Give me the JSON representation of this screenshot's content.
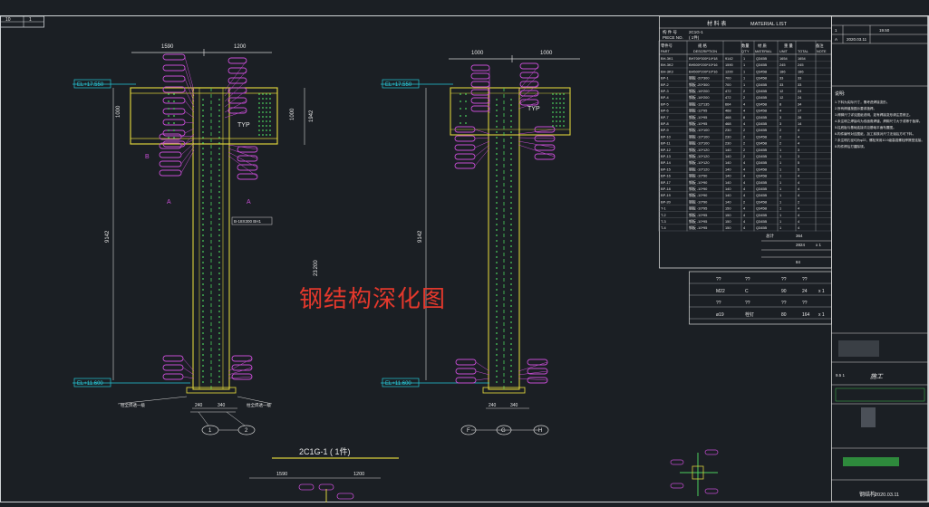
{
  "drawing": {
    "watermark": "钢结构深化图",
    "title_main": "2C1G-1 ( 1件)",
    "top_corner": [
      "10",
      "1"
    ],
    "left_view": {
      "dims_top": [
        "1590",
        "1200"
      ],
      "dim_height": "9142",
      "dim_right_top": "1942",
      "dim_right_mid": "1000",
      "dim_col": "23  200",
      "elev_top": "EL+17.550",
      "elev_bottom": "EL+11.600",
      "typ": "TYP",
      "section_label": "B-18X300 BH1",
      "axes": [
        "1",
        "2"
      ],
      "bottom_dims": [
        "240",
        "340"
      ],
      "note_left": "柱全焊透一级",
      "note_right": "柱全焊透一级",
      "marks": [
        "A",
        "A",
        "B"
      ]
    },
    "right_view": {
      "dims_top": [
        "1000",
        "1000"
      ],
      "dim_height": "9142",
      "elev_top": "EL+17.550",
      "elev_bottom": "EL+11.600",
      "typ": "TYP",
      "axes": [
        "F",
        "G",
        "H"
      ],
      "bottom_dims": [
        "240",
        "340"
      ]
    },
    "bottom_view": {
      "dims_top": [
        "1590",
        "1200"
      ]
    }
  },
  "material_list": {
    "title_cn": "材 料 表",
    "title_en": "MATERIAL LIST",
    "piece_no_label": "构 件 号",
    "piece_no_en": "PIECE NO.",
    "piece_no_value": "2C1G-1",
    "piece_qty": "( 1件)",
    "headers": [
      "零件号",
      "规 格",
      "数量",
      "材 质",
      "重 量",
      "备注"
    ],
    "headers_en": [
      "PART",
      "DESCRIPTION",
      "Q'TY",
      "MATERIAL",
      "UNIT",
      "TOTAL",
      "NOTE"
    ],
    "rows": [
      [
        "BH-3K1",
        "BH700*300*14*18",
        "9142",
        "1",
        "Q345B",
        "1654",
        "1654"
      ],
      [
        "BH-3K2",
        "BH500*200*10*16",
        "1590",
        "1",
        "Q345B",
        "245",
        "245"
      ],
      [
        "BH-3K3",
        "BH500*200*10*16",
        "1200",
        "1",
        "Q345B",
        "186",
        "186"
      ],
      [
        "BP-1",
        "钢板 -20*300",
        "700",
        "1",
        "Q345B",
        "33",
        "33"
      ],
      [
        "BP-2",
        "钢板 -20*300",
        "700",
        "1",
        "Q345B",
        "33",
        "33"
      ],
      [
        "BP-3",
        "钢板 -16*200",
        "472",
        "2",
        "Q345B",
        "12",
        "24"
      ],
      [
        "BP-4",
        "钢板 -16*200",
        "472",
        "2",
        "Q345B",
        "12",
        "24"
      ],
      [
        "BP-5",
        "钢板 -12*135",
        "664",
        "4",
        "Q345B",
        "8",
        "34"
      ],
      [
        "BP-6",
        "钢板 -12*95",
        "468",
        "4",
        "Q345B",
        "4",
        "17"
      ],
      [
        "BP-7",
        "钢板 -10*95",
        "468",
        "8",
        "Q345B",
        "3",
        "28"
      ],
      [
        "BP-8",
        "钢板 -10*95",
        "468",
        "4",
        "Q345B",
        "3",
        "14"
      ],
      [
        "BP-9",
        "钢板 -10*100",
        "230",
        "2",
        "Q345B",
        "2",
        "4"
      ],
      [
        "BP-10",
        "钢板 -10*100",
        "230",
        "2",
        "Q345B",
        "2",
        "4"
      ],
      [
        "BP-11",
        "钢板 -10*100",
        "230",
        "2",
        "Q345B",
        "2",
        "4"
      ],
      [
        "BP-12",
        "钢板 -10*120",
        "140",
        "2",
        "Q345B",
        "1",
        "3"
      ],
      [
        "BP-13",
        "钢板 -10*120",
        "140",
        "2",
        "Q345B",
        "1",
        "3"
      ],
      [
        "BP-14",
        "钢板 -10*120",
        "140",
        "4",
        "Q345B",
        "1",
        "5"
      ],
      [
        "BP-15",
        "钢板 -10*120",
        "140",
        "4",
        "Q345B",
        "1",
        "5"
      ],
      [
        "BP-16",
        "钢板 -10*90",
        "140",
        "4",
        "Q345B",
        "1",
        "4"
      ],
      [
        "BP-17",
        "钢板 -10*90",
        "140",
        "4",
        "Q345B",
        "1",
        "4"
      ],
      [
        "BP-18",
        "钢板 -10*90",
        "140",
        "4",
        "Q345B",
        "1",
        "4"
      ],
      [
        "BP-19",
        "钢板 -10*90",
        "140",
        "4",
        "Q345B",
        "1",
        "4"
      ],
      [
        "BP-20",
        "钢板 -10*90",
        "140",
        "2",
        "Q345B",
        "1",
        "2"
      ],
      [
        "T-1",
        "钢板 -10*95",
        "150",
        "4",
        "Q345B",
        "1",
        "4"
      ],
      [
        "T-2",
        "钢板 -10*95",
        "150",
        "4",
        "Q345B",
        "1",
        "4"
      ],
      [
        "T-3",
        "钢板 -10*95",
        "150",
        "4",
        "Q345B",
        "1",
        "4"
      ],
      [
        "T-4",
        "钢板 -10*95",
        "150",
        "4",
        "Q345B",
        "1",
        "4"
      ]
    ],
    "sum_label": "总计",
    "sum_1": "364",
    "sum_2": "2824",
    "sum_3": "x 1",
    "sum_4": "84",
    "bolt_rows": [
      [
        "??",
        "??",
        "??",
        "??"
      ],
      [
        "M22",
        "C",
        "90",
        "24",
        "x 1"
      ],
      [
        "??",
        "??",
        "??",
        "??"
      ],
      [
        "ø19",
        "栓钉",
        "80",
        "164",
        "x 1"
      ]
    ]
  },
  "title_block": {
    "top_left": "1",
    "top_right": "19.50",
    "rev_label": "A",
    "date": "2020.03.11",
    "notes_title": "说明:",
    "notes": [
      "1.下料为实际尺寸，需考虑焊接变形。",
      "2.所有焊缝按图示要求施焊。",
      "3.焊脚尺寸详见图纸说明，如有焊接变形请注意修正。",
      "4.未注明之焊接均为双面角焊缝，焊脚尺寸大于或等于板厚。",
      "5.柱底板与基础连接详见基础平面布置图。",
      "6.构件编号对应图纸，加工前核对尺寸无误后方可下料。",
      "7.未注明孔径均为φ22，螺栓采用10.9级高强螺栓摩擦型连接。",
      "8.构件焊后打磨除锈。"
    ],
    "company_label": "施工",
    "stamp_label": "9.5 1",
    "logo_text": "钢结构",
    "bottom_text": "2020.03.11"
  }
}
